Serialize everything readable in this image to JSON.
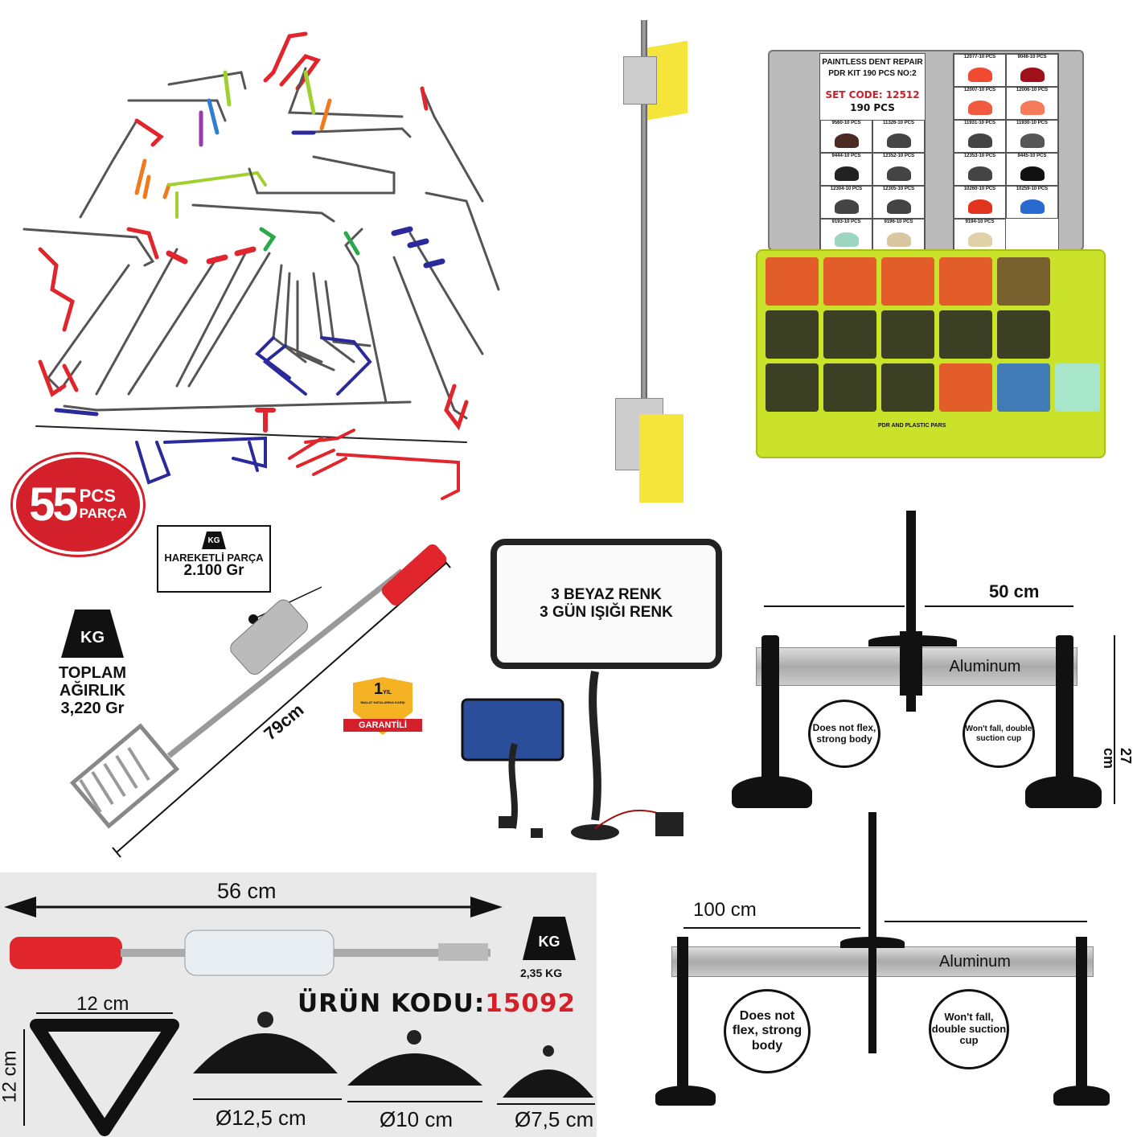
{
  "rods_kit": {
    "count_badge": {
      "number": "55",
      "unit": "PCS",
      "label": "PARÇA"
    },
    "colors": {
      "red": "#e0262c",
      "blue": "#2a2a9a",
      "orange": "#f07a1e",
      "green": "#2ba84a"
    }
  },
  "pdr_kit": {
    "title_line1": "PAINTLESS DENT REPAIR",
    "title_line2": "PDR KIT 190 PCS NO:2",
    "set_code": "SET CODE: 12512",
    "pcs": "190 PCS",
    "tray_label": "PDR AND PLASTIC PARS",
    "tabs_left": [
      {
        "label": "9560-10 PCS",
        "color": "#4a2a22"
      },
      {
        "label": "11326-10 PCS",
        "color": "#444"
      },
      {
        "label": "9444-10 PCS",
        "color": "#222"
      },
      {
        "label": "12352-10 PCS",
        "color": "#444"
      },
      {
        "label": "12304-10 PCS",
        "color": "#444"
      },
      {
        "label": "12305-10 PCS",
        "color": "#444"
      },
      {
        "label": "9193-10 PCS",
        "color": "#9dd6c0"
      },
      {
        "label": "9196-10 PCS",
        "color": "#d8c7a0"
      }
    ],
    "tabs_right": [
      {
        "label": "12077-10 PCS",
        "color": "#f04a30"
      },
      {
        "label": "9046-10 PCS",
        "color": "#a0101a"
      },
      {
        "label": "12007-10 PCS",
        "color": "#f05a40"
      },
      {
        "label": "12006-10 PCS",
        "color": "#f77a5a"
      },
      {
        "label": "11931-10 PCS",
        "color": "#444"
      },
      {
        "label": "11930-10 PCS",
        "color": "#555"
      },
      {
        "label": "12353-10 PCS",
        "color": "#444"
      },
      {
        "label": "9445-10 PCS",
        "color": "#111"
      },
      {
        "label": "10260-10 PCS",
        "color": "#e0341c"
      },
      {
        "label": "10259-10 PCS",
        "color": "#2a6ad0"
      },
      {
        "label": "9194-10 PCS",
        "color": "#e0d2a8"
      }
    ]
  },
  "slide_hammer": {
    "moving_part_label": "HAREKETLİ PARÇA",
    "moving_part_weight": "2.100 Gr",
    "kg": "KG",
    "total_label_1": "TOPLAM",
    "total_label_2": "AĞIRLIK",
    "total_weight": "3,220 Gr",
    "length": "79cm"
  },
  "warranty": {
    "years": "1",
    "unit": "YIL",
    "text": "İMALAT HATALARINA KARŞI",
    "banner": "GARANTİLİ"
  },
  "light_board": {
    "line1": "3 BEYAZ RENK",
    "line2": "3 GÜN IŞIĞI RENK"
  },
  "bridge_small": {
    "width": "50 cm",
    "height": "27 cm",
    "bar": "Aluminum",
    "left_note": "Does not flex, strong body",
    "right_note": "Won't fall, double suction cup"
  },
  "bridge_large": {
    "width": "100 cm",
    "bar": "Aluminum",
    "left_note": "Does not flex, strong body",
    "right_note": "Won't fall, double suction cup"
  },
  "hammer_set": {
    "length": "56 cm",
    "kg": "KG",
    "weight": "2,35 KG",
    "product_code_label": "ÜRÜN KODU:",
    "product_code": "15092",
    "handle_w": "12 cm",
    "handle_h": "12 cm",
    "cups": [
      "Ø12,5 cm",
      "Ø10 cm",
      "Ø7,5 cm"
    ]
  }
}
